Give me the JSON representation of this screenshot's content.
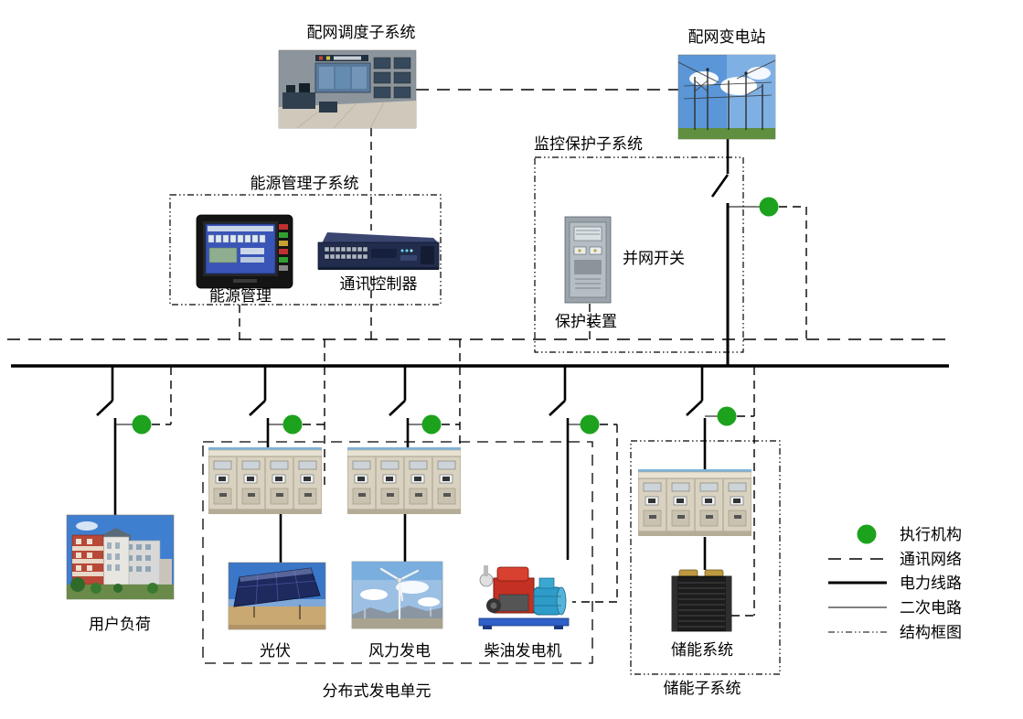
{
  "labels": {
    "dispatch": "配网调度子系统",
    "substation": "配网变电站",
    "ems_box": "能源管理子系统",
    "ems": "能源管理",
    "comm_controller": "通讯控制器",
    "monitor_box": "监控保护子系统",
    "grid_switch": "并网开关",
    "protection": "保护装置",
    "user_load": "用户负荷",
    "pv": "光伏",
    "wind": "风力发电",
    "diesel": "柴油发电机",
    "dg_box": "分布式发电单元",
    "storage_system": "储能系统",
    "storage_box": "储能子系统"
  },
  "legend": {
    "actuator": "执行机构",
    "comm_network": "通讯网络",
    "power_line": "电力线路",
    "secondary_circuit": "二次电路",
    "structure_frame": "结构框图"
  },
  "colors": {
    "actuator": "#1CA21C",
    "line": "#000000",
    "background": "#FFFFFF"
  }
}
